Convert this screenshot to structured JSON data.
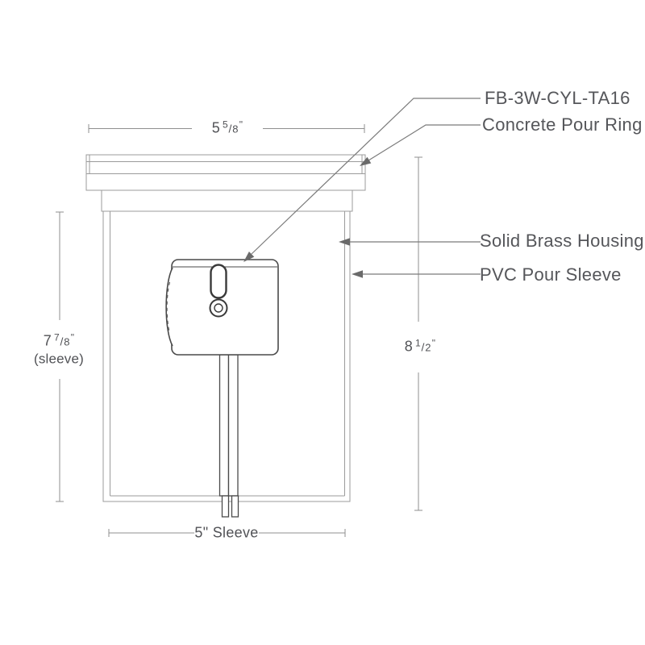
{
  "drawing": {
    "model": "FB-3W-CYL-TA16",
    "callouts": {
      "pour_ring": "Concrete Pour Ring",
      "brass_housing": "Solid Brass Housing",
      "pvc_sleeve": "PVC Pour Sleeve"
    },
    "dimensions": {
      "top_width": {
        "whole": "5",
        "numerator": "5",
        "slash": "/",
        "denominator": "8",
        "unit": "\""
      },
      "sleeve_height": {
        "whole": "7",
        "numerator": "7",
        "slash": "/",
        "denominator": "8",
        "unit": "\"",
        "note": "(sleeve)"
      },
      "overall_height": {
        "whole": "8",
        "numerator": "1",
        "slash": "/",
        "denominator": "2",
        "unit": "\""
      },
      "bottom_width": "5\" Sleeve"
    },
    "colors": {
      "background": "#ffffff",
      "enclosure_line": "#9b9b9b",
      "fixture_line": "#4a4a4a",
      "detail_line": "#3a3a3a",
      "dimension_line": "#8f8f8f",
      "leader_line": "#7b7b7b",
      "arrowhead": "#6a6a6a",
      "text": "#55565a"
    }
  }
}
